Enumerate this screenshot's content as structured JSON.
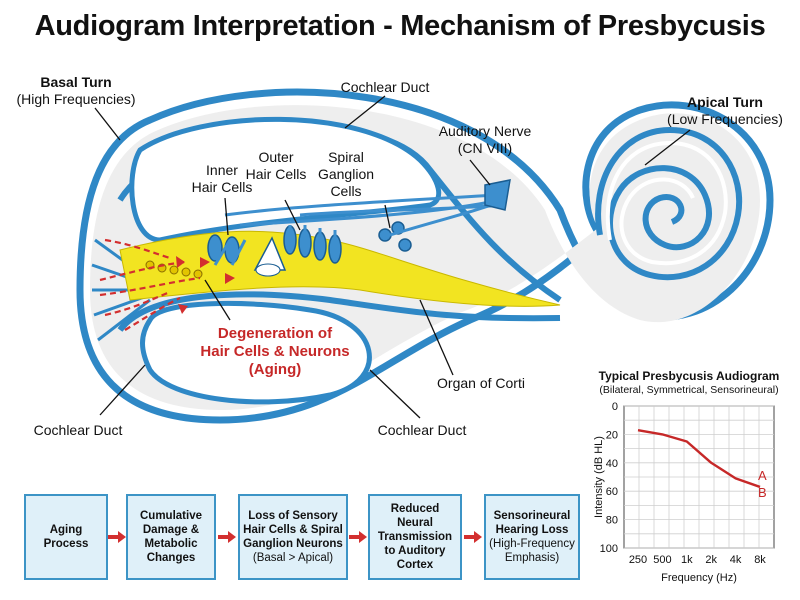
{
  "title": "Audiogram Interpretation - Mechanism of Presbycusis",
  "labels": {
    "basal_turn": "Basal Turn",
    "basal_sub": "(High Frequencies)",
    "apical_turn": "Apical Turn",
    "apical_sub": "(Low Frequencies)",
    "cochlear_duct_top": "Cochlear Duct",
    "cochlear_duct_left": "Cochlear Duct",
    "cochlear_duct_bottom": "Cochlear Duct",
    "auditory_nerve_1": "Auditory Nerve",
    "auditory_nerve_2": "(CN VIII)",
    "inner_hc_1": "Inner",
    "inner_hc_2": "Hair Cells",
    "outer_hc_1": "Outer",
    "outer_hc_2": "Hair Cells",
    "spiral_1": "Spiral",
    "spiral_2": "Ganglion",
    "spiral_3": "Cells",
    "degeneration_1": "Degeneration of",
    "degeneration_2": "Hair Cells & Neurons",
    "degeneration_3": "(Aging)",
    "organ_corti": "Organ of Corti"
  },
  "flow": [
    {
      "title": "Aging Process",
      "sub": ""
    },
    {
      "title": "Cumulative Damage & Metabolic Changes",
      "sub": ""
    },
    {
      "title": "Loss of Sensory Hair Cells & Spiral Ganglion Neurons",
      "sub": "(Basal > Apical)"
    },
    {
      "title": "Reduced Neural Transmission to Auditory Cortex",
      "sub": ""
    },
    {
      "title": "Sensorineural Hearing Loss",
      "sub": "(High-Frequency Emphasis)"
    }
  ],
  "colors": {
    "structure_blue": "#2f88c6",
    "fill_gray": "#eeeeee",
    "organ_yellow": "#f2e421",
    "nerve_blue": "#3d8fce",
    "damage_red": "#d32f2f",
    "flow_fill": "#dff0f9"
  },
  "chart_data": {
    "type": "line",
    "title": "Typical Presbycusis Audiogram",
    "subtitle": "(Bilateral, Symmetrical, Sensorineural)",
    "xlabel": "Frequency (Hz)",
    "ylabel": "Intensity (dB HL)",
    "categories": [
      "250",
      "500",
      "1k",
      "2k",
      "4k",
      "8k"
    ],
    "ylim": [
      0,
      100
    ],
    "y_ticks": [
      "0",
      "20",
      "40",
      "60",
      "80",
      "100"
    ],
    "y_inverted": true,
    "grid": true,
    "series": [
      {
        "values": [
          17,
          20,
          25,
          40,
          51,
          57
        ],
        "color": "#c62828"
      }
    ],
    "annotations": [
      "A",
      "B"
    ]
  }
}
